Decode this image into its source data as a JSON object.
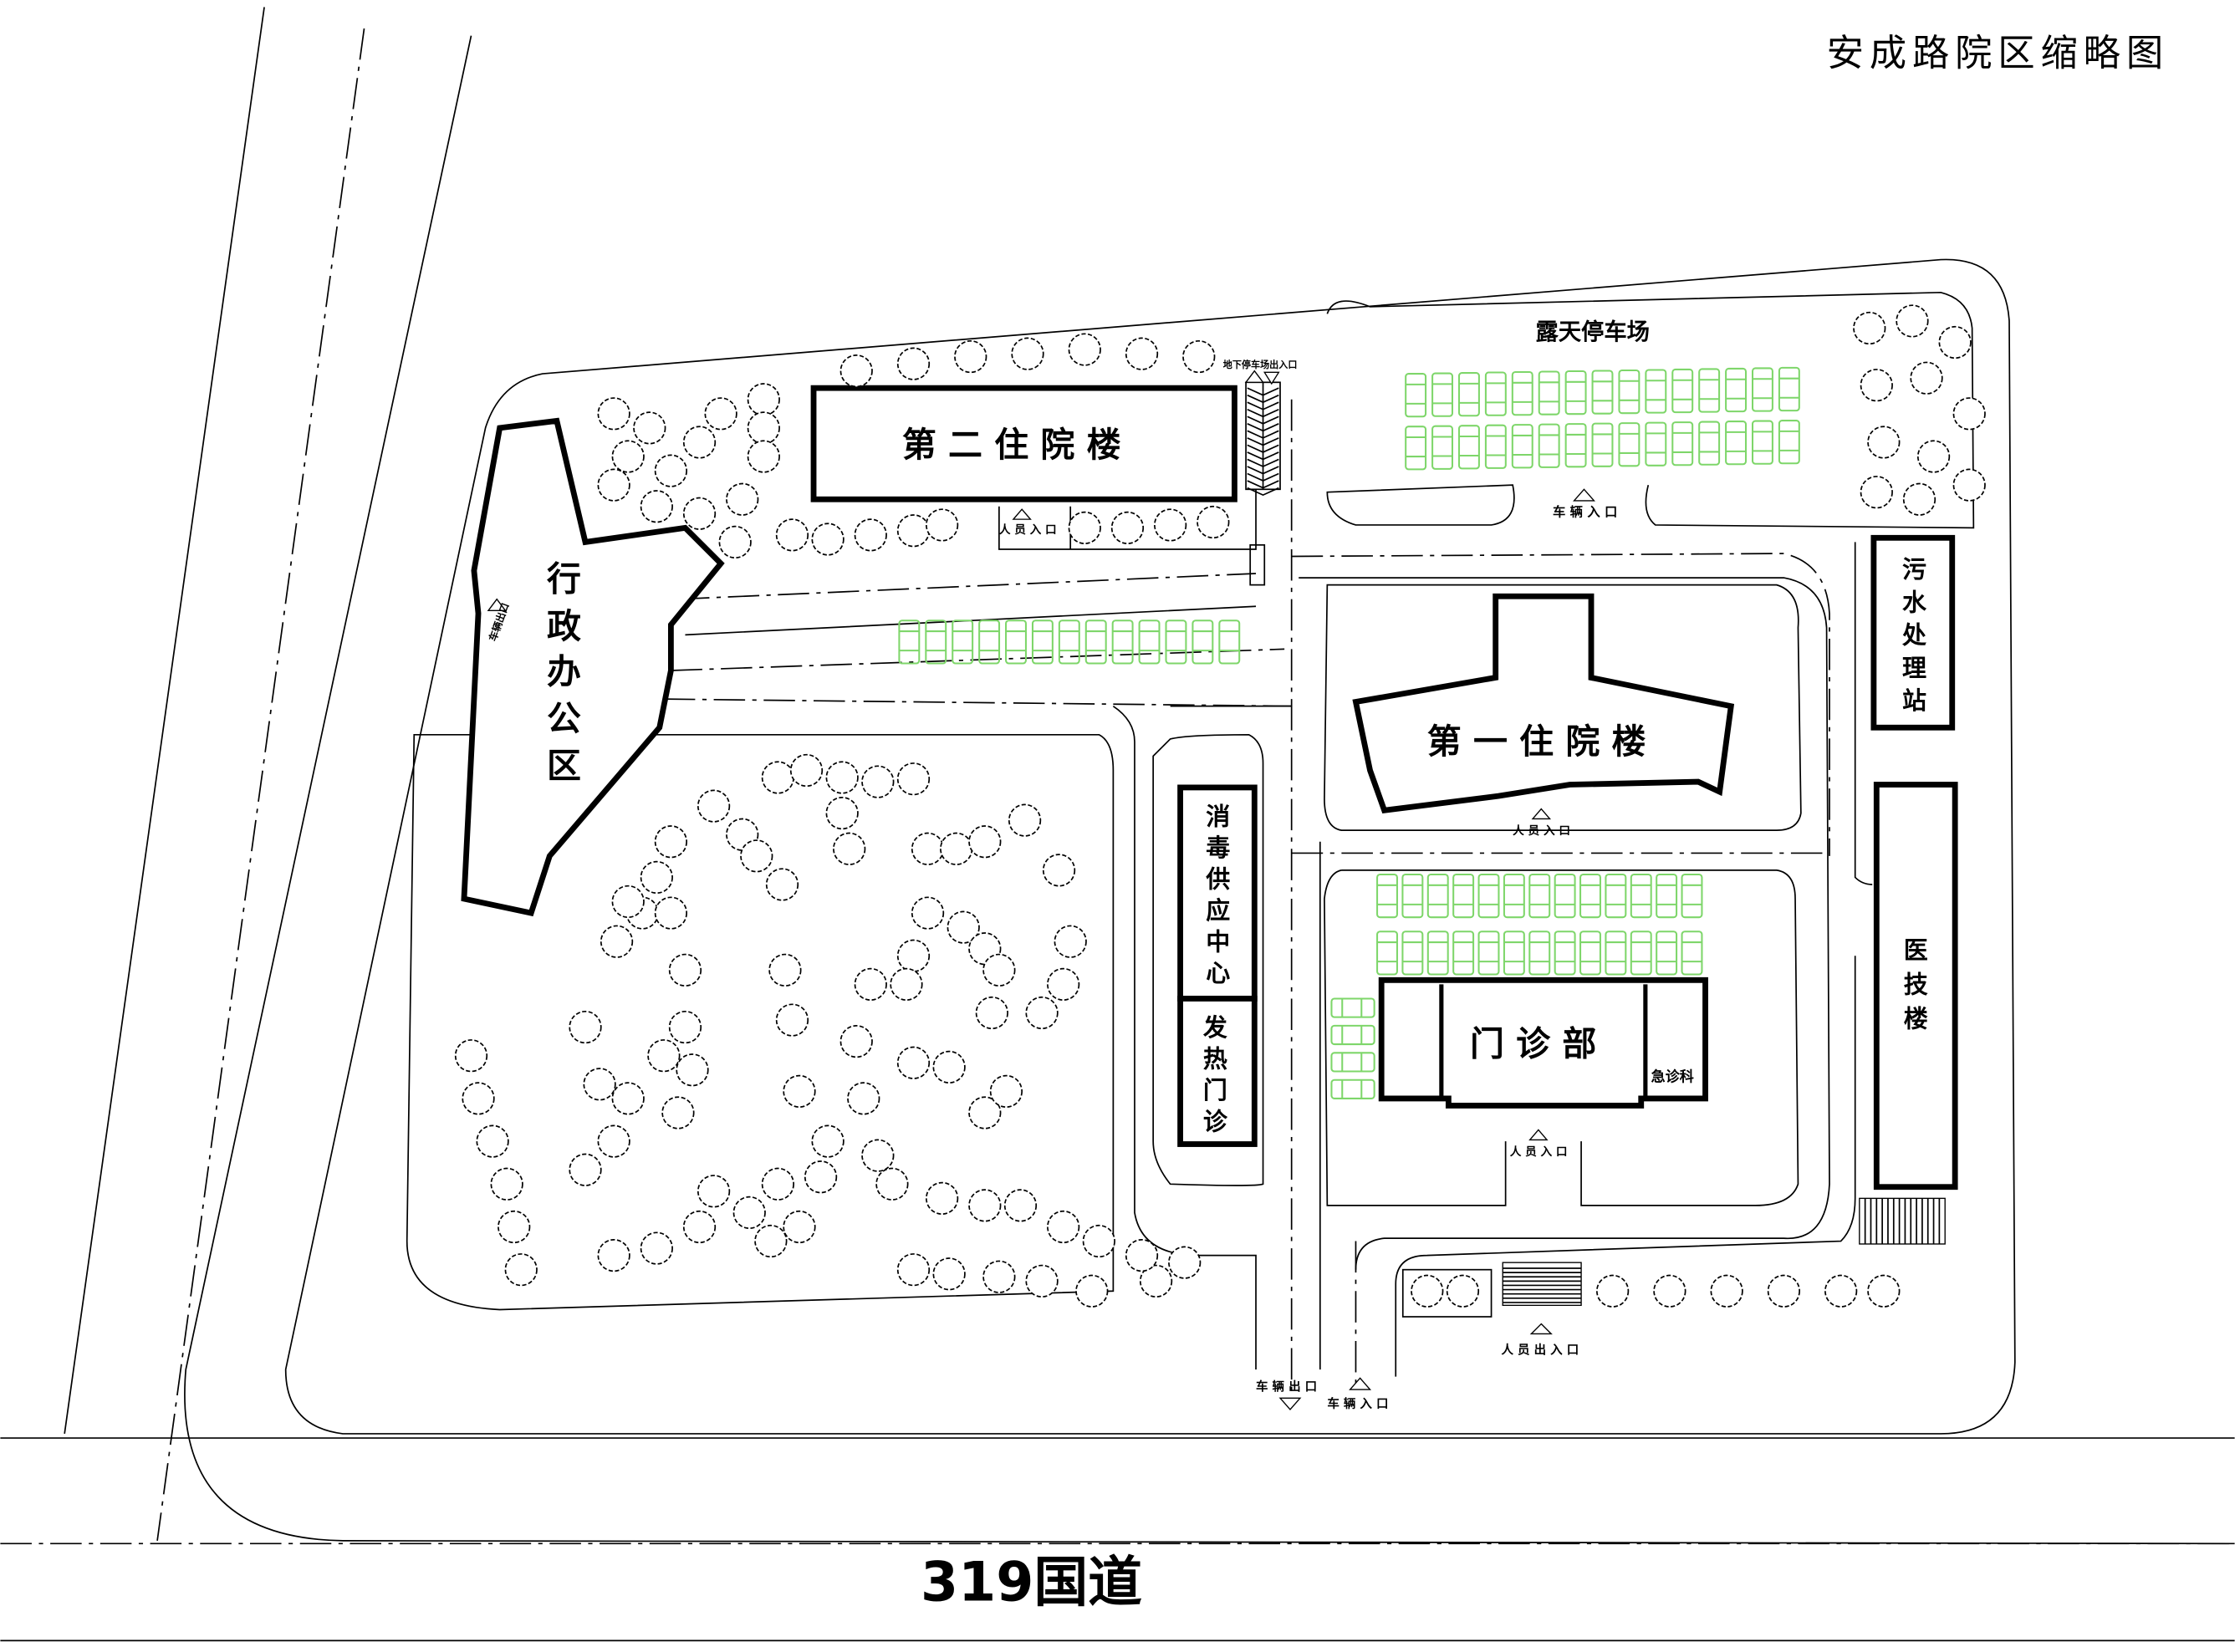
{
  "title": "安成路院区缩略图",
  "road": "319国道",
  "buildings": {
    "inpatient_2": "第 二 住 院 楼",
    "inpatient_1": "第 一 住 院 楼",
    "admin": [
      "行",
      "政",
      "办",
      "公",
      "区"
    ],
    "sewage": [
      "污",
      "水",
      "处",
      "理",
      "站"
    ],
    "medtech": [
      "医",
      "技",
      "楼"
    ],
    "disinfection": [
      "消",
      "毒",
      "供",
      "应",
      "中",
      "心"
    ],
    "fever": [
      "发",
      "热",
      "门",
      "诊"
    ],
    "outpatient": "门 诊 部",
    "emergency": "急诊科"
  },
  "areas": {
    "open_parking": "露天停车场"
  },
  "entrances": {
    "underground_parking": "地下停车场出入口",
    "vehicle_entry_top": "车 辆 入 口",
    "staff_entry_2": "人 员 入 口",
    "staff_entry_1": "人 员 入 口",
    "staff_entry_outpatient": "人 员 入 口",
    "admin_vehicle_exit": "车辆出口",
    "vehicle_exit": "车 辆 出  口",
    "vehicle_entry": "车 辆 入 口",
    "staff_gate": "人 员 出 入 口"
  },
  "parking": {
    "top_rows": [
      15,
      15
    ],
    "middle_row": 13,
    "outpatient_rows": [
      13,
      13
    ],
    "side_column": 4
  },
  "colors": {
    "car": "#7ed66a"
  }
}
